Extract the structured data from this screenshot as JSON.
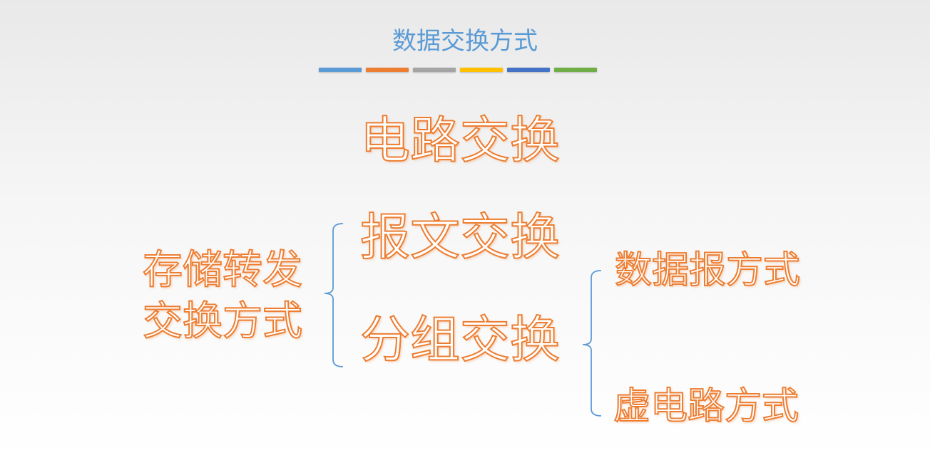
{
  "title": "数据交换方式",
  "palette": [
    "#5b9bd5",
    "#ed7d31",
    "#a5a5a5",
    "#ffc000",
    "#4472c4",
    "#70ad47"
  ],
  "circuit": "电路交换",
  "store_forward": {
    "line1": "存储转发",
    "line2": "交换方式",
    "children": {
      "message": "报文交换",
      "packet": "分组交换"
    }
  },
  "packet_modes": {
    "datagram": "数据报方式",
    "virtual_circuit": "虚电路方式"
  }
}
